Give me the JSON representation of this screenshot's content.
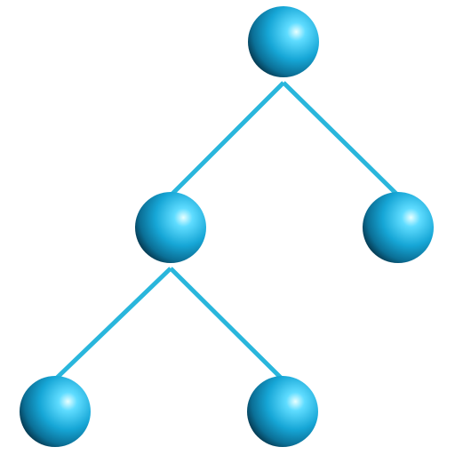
{
  "tree": {
    "nodes": [
      {
        "id": "root"
      },
      {
        "id": "left"
      },
      {
        "id": "right"
      },
      {
        "id": "left-left"
      },
      {
        "id": "left-right"
      }
    ],
    "edges": [
      {
        "from": "root",
        "to": "left"
      },
      {
        "from": "root",
        "to": "right"
      },
      {
        "from": "left",
        "to": "left-left"
      },
      {
        "from": "left",
        "to": "left-right"
      }
    ]
  },
  "colors": {
    "edge": "#29b6dc",
    "sphere_highlight": "#e8ffff",
    "sphere_light": "#5fdcff",
    "sphere_mid": "#16a6d6",
    "sphere_dark": "#0b6f96",
    "sphere_shadow": "#063e57",
    "background": "#ffffff"
  }
}
